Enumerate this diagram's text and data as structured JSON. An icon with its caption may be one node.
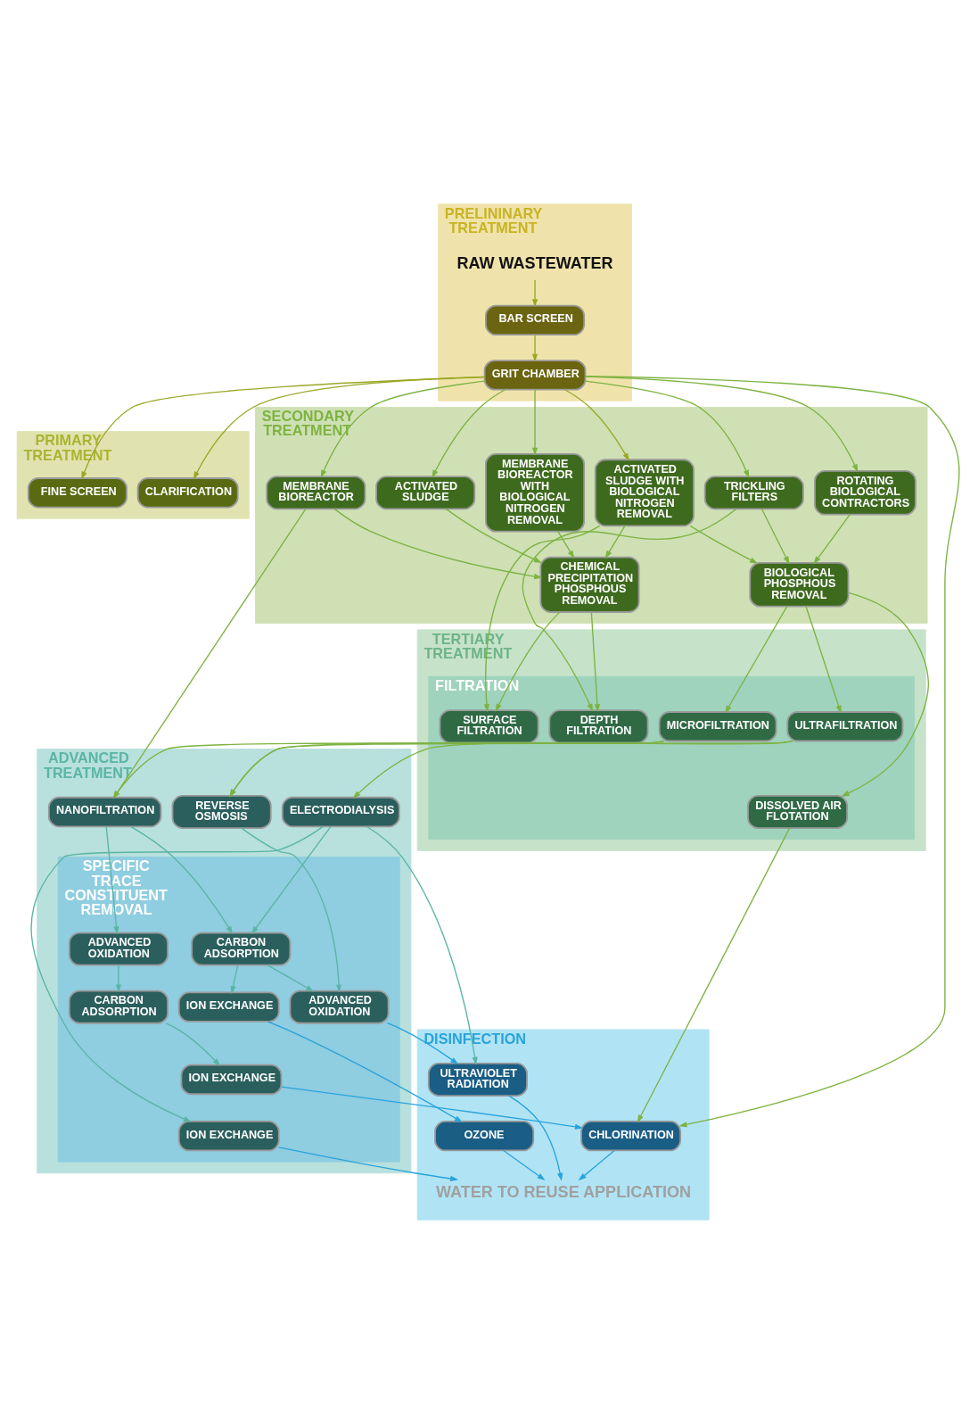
{
  "diagram": {
    "nodes": [
      {
        "text": [
          "PRELININARY TREATMENT"
        ]
      },
      {
        "text": [
          "RAW WASTEWATER"
        ],
        "in": 0
      },
      {
        "text": [
          "BAR SCREEN"
        ],
        "in": 0
      },
      {
        "text": [
          "GRIT CHAMBER"
        ],
        "in": 0
      },
      {
        "text": [
          "PRIMARY TREATMENT"
        ]
      },
      {
        "text": [
          "CLARIFICATION"
        ],
        "in": 4
      },
      {
        "text": [
          "FINE SCREEN"
        ],
        "in": 4
      },
      {
        "text": [
          "SECONDARY TREATMENT"
        ]
      },
      {
        "text": [
          "MEMBRANE BIOREACTOR"
        ],
        "in": 7
      },
      {
        "text": [
          "ACTIVATED SLUDGE"
        ],
        "in": 7
      },
      {
        "text": [
          "TRICKLING FILTERS"
        ],
        "in": 7
      },
      {
        "text": [
          "ROTATING BIOLOGICAL CONTRACTORS"
        ],
        "in": 7
      },
      {
        "text": [
          "MEMBRANE BIOREACTOR WITH BIOLOGICAL NITROGEN REMOVAL"
        ],
        "in": 7
      },
      {
        "text": [
          "ACTIVATED SLUDGE WITH BIOLOGICAL NITROGEN REMOVAL"
        ],
        "in": 7
      },
      {
        "text": [
          "CHEMICAL PRECIPITATION PHOSPHOUS REMOVAL"
        ],
        "in": 7
      },
      {
        "text": [
          "BIOLOGICAL PHOSPHOUS REMOVAL"
        ],
        "in": 7
      },
      {
        "text": [
          "TERTIARY TREATMENT"
        ]
      },
      {
        "text": [
          "FILTRATION"
        ],
        "in": 16
      },
      {
        "text": [
          "DEPTH FILTRATION"
        ],
        "in": 17
      },
      {
        "text": [
          "SURFACE FILTRATION"
        ],
        "in": 17
      },
      {
        "text": [
          "DISSOLVED AIR FLOTATION"
        ],
        "in": 17
      },
      {
        "text": [
          "MICROFILTRATION"
        ],
        "in": 17
      },
      {
        "text": [
          "ULTRAFILTRATION"
        ],
        "in": 17
      },
      {
        "text": [
          "ADVANCED TREATMENT"
        ]
      },
      {
        "text": [
          "NANOFILTRATION"
        ],
        "in": 23
      },
      {
        "text": [
          "REVERSE OSMOSIS"
        ],
        "in": 23
      },
      {
        "text": [
          "ELECTRODIALYSIS"
        ],
        "in": 23
      },
      {
        "text": [
          "SPECIFIC TRACE CONSTITUENT REMOVAL"
        ],
        "in": 23
      },
      {
        "text": [
          "ADVANCED OXIDATION"
        ],
        "in": 27
      },
      {
        "text": [
          "CARBON ADSORPTION"
        ],
        "in": 27
      },
      {
        "text": [
          "ION EXCHANGE"
        ],
        "in": 27
      },
      {
        "text": [
          "CARBON ADSORPTION"
        ],
        "in": 27
      },
      {
        "text": [
          "ION EXCHANGE"
        ],
        "in": 27
      },
      {
        "text": [
          "ADVANCED OXIDATION"
        ],
        "in": 27
      },
      {
        "text": [
          "ION EXCHANGE"
        ],
        "in": 27
      },
      {
        "text": [
          "DISINFECTION"
        ]
      },
      {
        "text": [
          "CHLORINATION"
        ],
        "in": 35
      },
      {
        "text": [
          "ULTRAVIOLET RADIATION"
        ],
        "in": 35
      },
      {
        "text": [
          "OZONE"
        ],
        "in": 35
      },
      {
        "text": [
          "WATER TO REUSE APPLICATION"
        ],
        "in": 35
      }
    ],
    "edges": [
      {
        "from": 1,
        "to": 2,
        "arrow": "to",
        "color": "#9aa826"
      },
      {
        "from": 2,
        "to": 3,
        "arrow": "to",
        "color": "#9aa826"
      },
      {
        "from": 3,
        "to": 5,
        "arrow": "to",
        "color": "#9aa826"
      },
      {
        "from": 3,
        "to": 6,
        "arrow": "to",
        "color": "#9aa826"
      },
      {
        "from": 3,
        "to": 13,
        "arrow": "to",
        "color": "#9aa826"
      },
      {
        "from": 3,
        "to": 8,
        "arrow": "to"
      },
      {
        "from": 3,
        "to": 9,
        "arrow": "to"
      },
      {
        "from": 3,
        "to": 10,
        "arrow": "to"
      },
      {
        "from": 3,
        "to": 11,
        "arrow": "to"
      },
      {
        "from": 3,
        "to": 12,
        "arrow": "to"
      },
      {
        "from": 3,
        "to": 36,
        "arrow": "to"
      },
      {
        "from": 8,
        "to": 14,
        "arrow": "to"
      },
      {
        "from": 9,
        "to": 14,
        "arrow": "to"
      },
      {
        "from": 10,
        "to": 15,
        "arrow": "to"
      },
      {
        "from": 11,
        "to": 15,
        "arrow": "to"
      },
      {
        "from": 8,
        "to": 24,
        "arrow": "to"
      },
      {
        "from": 10,
        "to": 18,
        "arrow": "to"
      },
      {
        "from": 12,
        "to": 14,
        "arrow": "to"
      },
      {
        "from": 13,
        "to": 14,
        "arrow": "to"
      },
      {
        "from": 13,
        "to": 15,
        "arrow": "to"
      },
      {
        "from": 13,
        "to": 19,
        "arrow": "to"
      },
      {
        "from": 14,
        "to": 18,
        "arrow": "to"
      },
      {
        "from": 14,
        "to": 19,
        "arrow": "to"
      },
      {
        "from": 15,
        "to": 20,
        "arrow": "to"
      },
      {
        "from": 15,
        "to": 21,
        "arrow": "to"
      },
      {
        "from": 15,
        "to": 22,
        "arrow": "to"
      },
      {
        "from": 20,
        "to": 36,
        "arrow": "to"
      },
      {
        "from": 21,
        "to": 24,
        "arrow": "to"
      },
      {
        "from": 21,
        "to": 25,
        "arrow": "to"
      },
      {
        "from": 22,
        "to": 25,
        "arrow": "to"
      },
      {
        "from": 22,
        "to": 26,
        "arrow": "to"
      },
      {
        "from": 24,
        "to": 28,
        "arrow": "to",
        "color": "#5ab5a5"
      },
      {
        "from": 24,
        "to": 29,
        "arrow": "to",
        "color": "#5ab5a5"
      },
      {
        "from": 25,
        "to": 33,
        "arrow": "to",
        "color": "#5ab5a5"
      },
      {
        "from": 26,
        "to": 29,
        "arrow": "to",
        "color": "#5ab5a5"
      },
      {
        "from": 26,
        "to": 30,
        "arrow": "to",
        "color": "#5ab5a5"
      },
      {
        "from": 26,
        "to": 37,
        "arrow": "to",
        "color": "#5ab5a5"
      },
      {
        "from": 28,
        "to": 31,
        "arrow": "to",
        "color": "#5ab5a5"
      },
      {
        "from": 31,
        "to": 32,
        "arrow": "to",
        "color": "#5ab5a5"
      },
      {
        "from": 29,
        "to": 33,
        "arrow": "to",
        "color": "#5ab5a5"
      },
      {
        "from": 29,
        "to": 34,
        "arrow": "to",
        "color": "#5ab5a5"
      },
      {
        "from": 32,
        "to": 36,
        "arrow": "to",
        "color": "#29a3dc"
      },
      {
        "from": 33,
        "to": 37,
        "arrow": "to",
        "color": "#29a3dc"
      },
      {
        "from": 34,
        "to": 38,
        "arrow": "to",
        "color": "#29a3dc"
      },
      {
        "from": 30,
        "to": 39,
        "arrow": "to",
        "color": "#29a3dc"
      },
      {
        "from": 36,
        "to": 39,
        "arrow": "to",
        "color": "#29a3dc"
      },
      {
        "from": 37,
        "to": 39,
        "arrow": "to",
        "color": "#29a3dc"
      },
      {
        "from": 38,
        "to": 39,
        "arrow": "to",
        "color": "#29a3dc"
      }
    ]
  }
}
